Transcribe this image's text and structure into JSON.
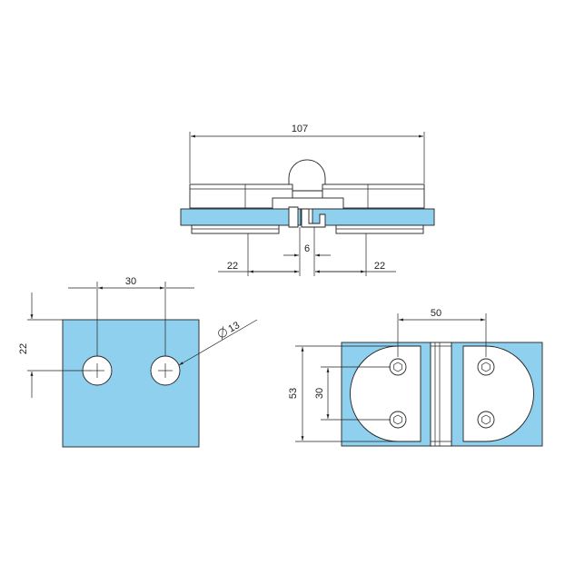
{
  "drawing": {
    "top_view": {
      "overall_width": "107",
      "gap": "6",
      "left_offset": "22",
      "right_offset": "22"
    },
    "plate_view": {
      "hole_spacing": "30",
      "edge_distance": "22",
      "hole_diameter": "13"
    },
    "hinge_view": {
      "width": "50",
      "height": "53",
      "hole_spacing": "30"
    },
    "colors": {
      "glass": "#8fd0ee",
      "line": "#222222"
    }
  }
}
